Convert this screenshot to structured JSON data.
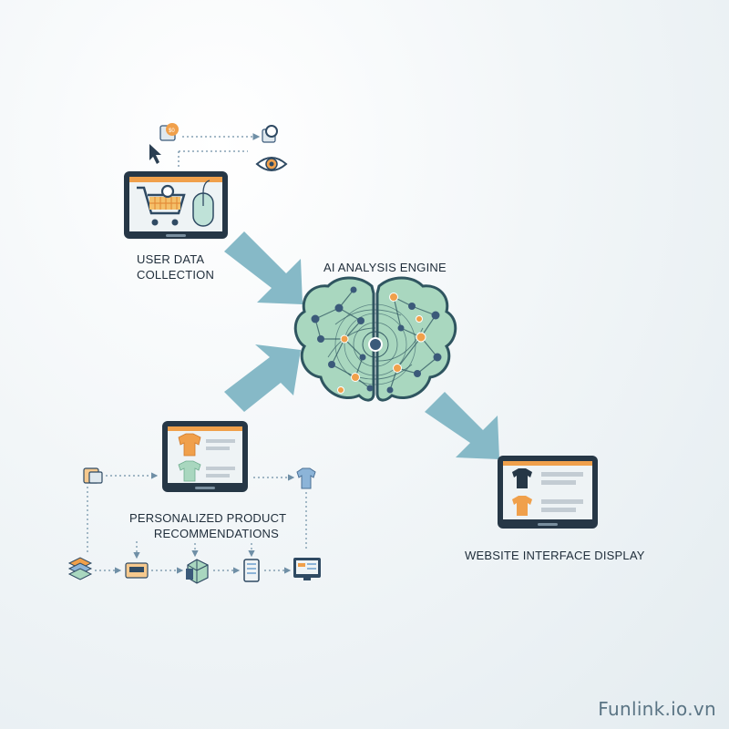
{
  "labels": {
    "user_data_line1": "USER DATA",
    "user_data_line2": "COLLECTION",
    "ai_engine": "AI ANALYSIS ENGINE",
    "recommendations_line1": "PERSONALIZED PRODUCT",
    "recommendations_line2": "RECOMMENDATIONS",
    "website_display": "WEBSITE INTERFACE DISPLAY"
  },
  "watermark": "Funlink.io.vn",
  "colors": {
    "arrow": "#86b9c7",
    "brain_fill": "#a9d7bf",
    "brain_stroke": "#2f5560",
    "device_frame": "#263746",
    "accent_orange": "#f0a04b",
    "node_dark": "#3b5a7a",
    "dotted_line": "#6f8fa6"
  },
  "icons": {
    "user_data_device": "shopping-cart-tablet-icon",
    "brain": "brain-network-icon",
    "recommendation_device": "clothing-tablet-icon",
    "website_device": "website-tablet-icon"
  }
}
